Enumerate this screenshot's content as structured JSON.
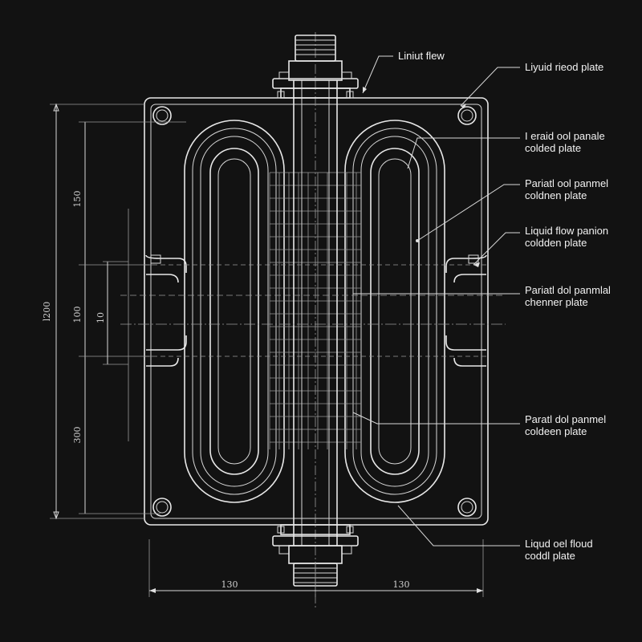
{
  "callouts": [
    {
      "id": "c1",
      "lines": [
        "Liniut flew"
      ]
    },
    {
      "id": "c2",
      "lines": [
        "Liyuid rieod plate"
      ]
    },
    {
      "id": "c3",
      "lines": [
        "I eraid ool panale",
        "colded plate"
      ]
    },
    {
      "id": "c4",
      "lines": [
        "Pariatl ool panmel",
        "coldnen plate"
      ]
    },
    {
      "id": "c5",
      "lines": [
        "Liquid flow panion",
        "coldden plate"
      ]
    },
    {
      "id": "c6",
      "lines": [
        "Pariatl dol panmlal",
        "chenner plate"
      ]
    },
    {
      "id": "c7",
      "lines": [
        "Paratl dol panmel",
        "coldeen plate"
      ]
    },
    {
      "id": "c8",
      "lines": [
        "Liqud oel floud",
        "coddl plate"
      ]
    }
  ],
  "dimensions": {
    "overall_height": "l200",
    "upper": "150",
    "middle": "100",
    "middle_inner": "10",
    "lower": "300",
    "bottom_left": "130",
    "bottom_right": "130"
  },
  "colors": {
    "background": "#121212",
    "line": "#e8e8e8"
  }
}
